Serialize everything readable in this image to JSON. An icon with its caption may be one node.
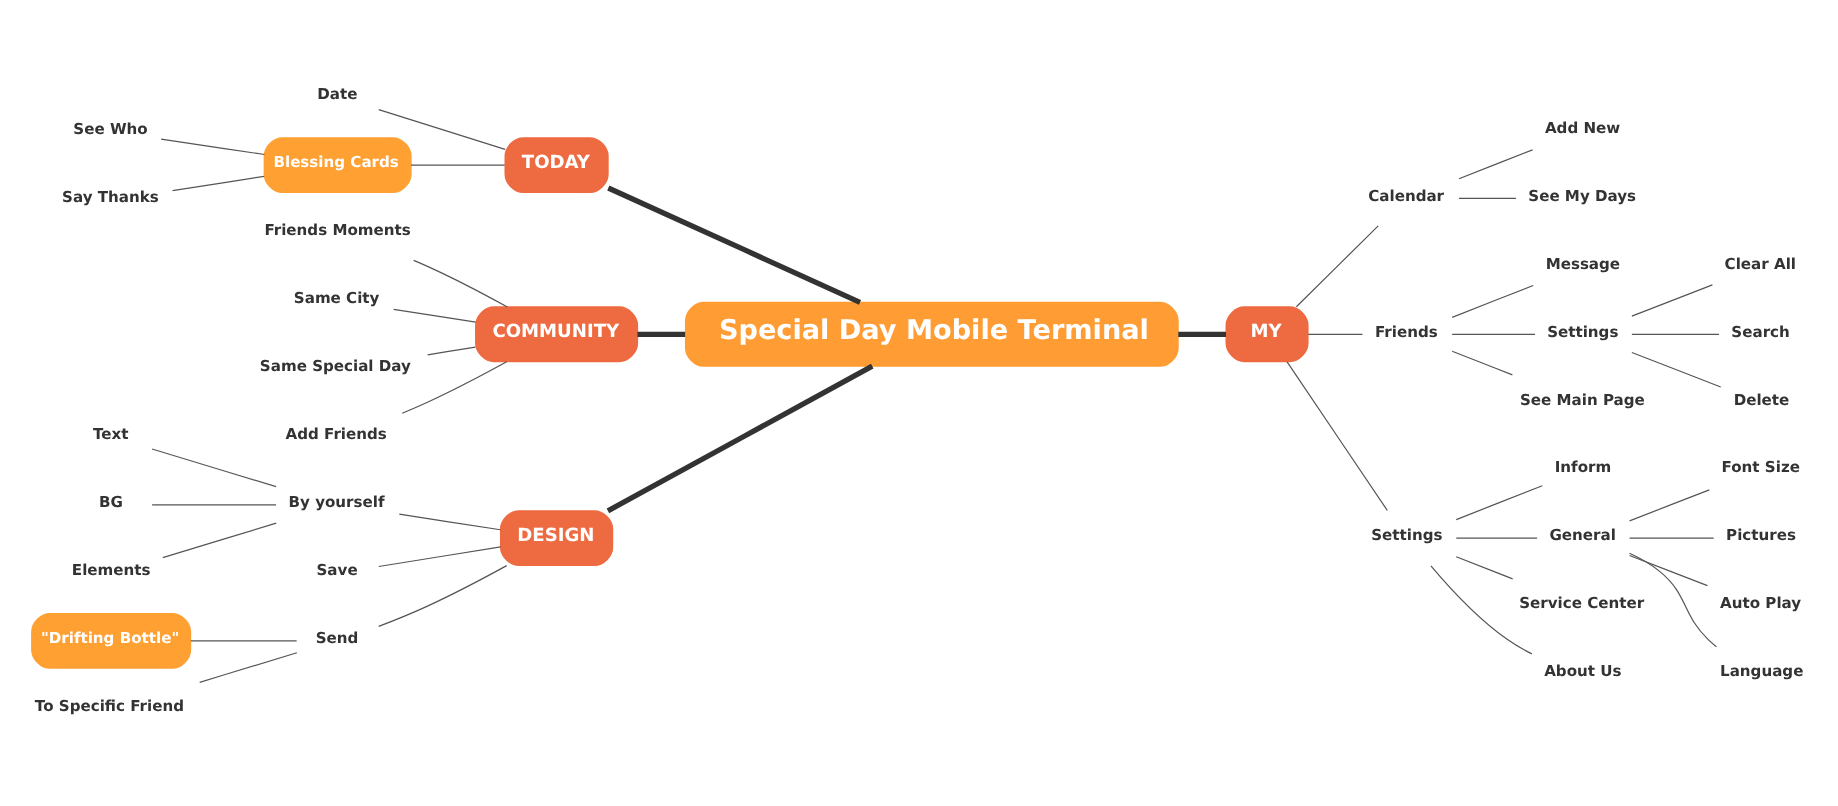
{
  "diagram": {
    "nodes": [
      {
        "text": [
          "Special Day Mobile Terminal"
        ]
      },
      {
        "text": [
          "TODAY"
        ]
      },
      {
        "text": [
          "Date"
        ]
      },
      {
        "text": [
          "Blessing Cards"
        ]
      },
      {
        "text": [
          "See Who"
        ]
      },
      {
        "text": [
          "Say Thanks"
        ]
      },
      {
        "text": [
          "COMMUNITY"
        ]
      },
      {
        "text": [
          "Friends Moments"
        ]
      },
      {
        "text": [
          "Same City"
        ]
      },
      {
        "text": [
          "Same Special Day"
        ]
      },
      {
        "text": [
          "Add Friends"
        ]
      },
      {
        "text": [
          "DESIGN"
        ]
      },
      {
        "text": [
          "By yourself"
        ]
      },
      {
        "text": [
          "Text"
        ]
      },
      {
        "text": [
          "BG"
        ]
      },
      {
        "text": [
          "Elements"
        ]
      },
      {
        "text": [
          "Save"
        ]
      },
      {
        "text": [
          "Send"
        ]
      },
      {
        "text": [
          "\"Drifting Bottle\""
        ]
      },
      {
        "text": [
          "To Specific Friend"
        ]
      },
      {
        "text": [
          "MY"
        ]
      },
      {
        "text": [
          "Calendar"
        ]
      },
      {
        "text": [
          "Add New"
        ]
      },
      {
        "text": [
          "See My Days"
        ]
      },
      {
        "text": [
          "Friends"
        ]
      },
      {
        "text": [
          "Message"
        ]
      },
      {
        "text": [
          "Settings"
        ]
      },
      {
        "text": [
          "Clear All"
        ]
      },
      {
        "text": [
          "Search"
        ]
      },
      {
        "text": [
          "Delete"
        ]
      },
      {
        "text": [
          "See Main Page"
        ]
      },
      {
        "text": [
          "Settings"
        ]
      },
      {
        "text": [
          "Inform"
        ]
      },
      {
        "text": [
          "General"
        ]
      },
      {
        "text": [
          "Font Size"
        ]
      },
      {
        "text": [
          "Pictures"
        ]
      },
      {
        "text": [
          "Auto Play"
        ]
      },
      {
        "text": [
          "Language"
        ]
      },
      {
        "text": [
          "Service Center"
        ]
      },
      {
        "text": [
          "About Us"
        ]
      }
    ],
    "edges": [
      {
        "from": 0,
        "to": 1,
        "arrow": "none",
        "style": "thick"
      },
      {
        "from": 1,
        "to": 2,
        "arrow": "none"
      },
      {
        "from": 1,
        "to": 3,
        "arrow": "none"
      },
      {
        "from": 3,
        "to": 4,
        "arrow": "none"
      },
      {
        "from": 3,
        "to": 5,
        "arrow": "none"
      },
      {
        "from": 0,
        "to": 6,
        "arrow": "none",
        "style": "thick"
      },
      {
        "from": 6,
        "to": 7,
        "arrow": "none"
      },
      {
        "from": 6,
        "to": 8,
        "arrow": "none"
      },
      {
        "from": 6,
        "to": 9,
        "arrow": "none"
      },
      {
        "from": 6,
        "to": 10,
        "arrow": "none"
      },
      {
        "from": 0,
        "to": 11,
        "arrow": "none",
        "style": "thick"
      },
      {
        "from": 11,
        "to": 12,
        "arrow": "none"
      },
      {
        "from": 12,
        "to": 13,
        "arrow": "none"
      },
      {
        "from": 12,
        "to": 14,
        "arrow": "none"
      },
      {
        "from": 12,
        "to": 15,
        "arrow": "none"
      },
      {
        "from": 11,
        "to": 16,
        "arrow": "none"
      },
      {
        "from": 11,
        "to": 17,
        "arrow": "none"
      },
      {
        "from": 17,
        "to": 18,
        "arrow": "none"
      },
      {
        "from": 17,
        "to": 19,
        "arrow": "none"
      },
      {
        "from": 0,
        "to": 20,
        "arrow": "none",
        "style": "thick"
      },
      {
        "from": 20,
        "to": 21,
        "arrow": "none"
      },
      {
        "from": 21,
        "to": 22,
        "arrow": "none"
      },
      {
        "from": 21,
        "to": 23,
        "arrow": "none"
      },
      {
        "from": 20,
        "to": 24,
        "arrow": "none"
      },
      {
        "from": 24,
        "to": 25,
        "arrow": "none"
      },
      {
        "from": 24,
        "to": 26,
        "arrow": "none"
      },
      {
        "from": 26,
        "to": 27,
        "arrow": "none"
      },
      {
        "from": 26,
        "to": 28,
        "arrow": "none"
      },
      {
        "from": 26,
        "to": 29,
        "arrow": "none"
      },
      {
        "from": 24,
        "to": 30,
        "arrow": "none"
      },
      {
        "from": 20,
        "to": 31,
        "arrow": "none"
      },
      {
        "from": 31,
        "to": 32,
        "arrow": "none"
      },
      {
        "from": 31,
        "to": 33,
        "arrow": "none"
      },
      {
        "from": 33,
        "to": 34,
        "arrow": "none"
      },
      {
        "from": 33,
        "to": 35,
        "arrow": "none"
      },
      {
        "from": 33,
        "to": 36,
        "arrow": "none"
      },
      {
        "from": 33,
        "to": 37,
        "arrow": "none"
      },
      {
        "from": 31,
        "to": 38,
        "arrow": "none"
      },
      {
        "from": 31,
        "to": 39,
        "arrow": "none"
      }
    ]
  }
}
